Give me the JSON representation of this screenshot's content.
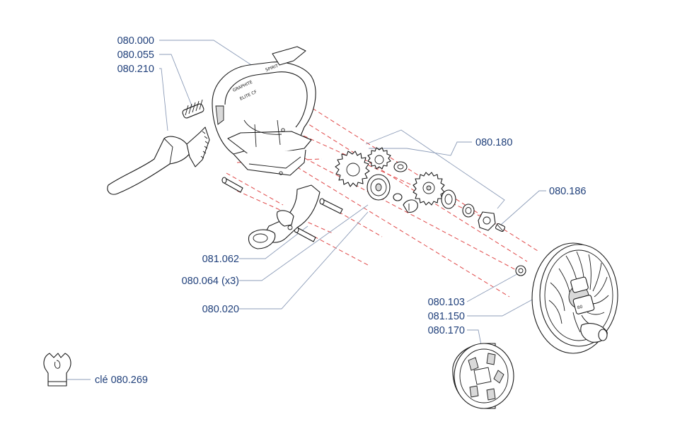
{
  "labels": {
    "l_080_000": "080.000",
    "l_080_055": "080.055",
    "l_080_210": "080.210",
    "l_080_180": "080.180",
    "l_080_186": "080.186",
    "l_081_062": "081.062",
    "l_080_064": "080.064 (x3)",
    "l_080_020": "080.020",
    "l_080_103": "080.103",
    "l_081_150": "081.150",
    "l_080_170": "080.170",
    "l_cle": "clé 080.269"
  },
  "colors": {
    "label_text": "#1f3f7a",
    "leader_line": "#8c9cb8",
    "axis_line": "#e04848",
    "part_outline": "#1a1a1a"
  }
}
